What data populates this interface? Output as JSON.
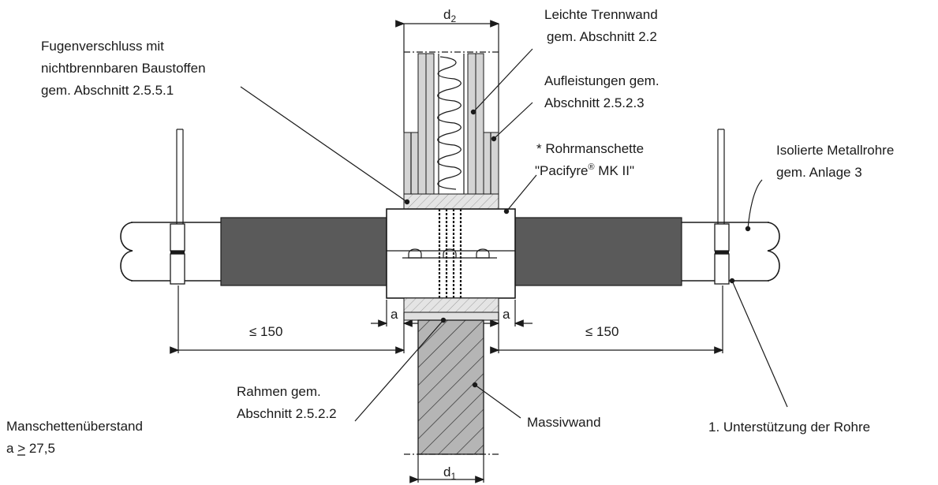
{
  "labels": {
    "leichte_trennwand": [
      "Leichte Trennwand",
      "gem. Abschnitt 2.2"
    ],
    "fugenverschluss": [
      "Fugenverschluss mit",
      "nichtbrennbaren Baustoffen",
      "gem. Abschnitt 2.5.5.1"
    ],
    "aufleistungen": [
      "Aufleistungen gem.",
      "Abschnitt 2.5.2.3"
    ],
    "rohrmanschette_line1": "* Rohrmanschette",
    "rohrmanschette_line2_pre": "\"Pacifyre",
    "rohrmanschette_reg": "®",
    "rohrmanschette_line2_post": " MK II\"",
    "isolierte_rohre": [
      "Isolierte Metallrohre",
      "gem. Anlage 3"
    ],
    "rahmen": [
      "Rahmen gem.",
      "Abschnitt 2.5.2.2"
    ],
    "massivwand": "Massivwand",
    "unterstuetzung": "1. Unterstützung der Rohre",
    "manschettenueberstand": "Manschettenüberstand",
    "a_min_sym": "a ",
    "a_min_ge": ">",
    "a_min_val": " 27,5"
  },
  "dimensions": {
    "d2_base": "d",
    "d2_sub": "2",
    "d1_base": "d",
    "d1_sub": "1",
    "a_left": "a",
    "a_right": "a",
    "dist_left": "≤ 150",
    "dist_right": "≤ 150"
  },
  "colors": {
    "insulation": "#5a5a5a",
    "board": "#d4d4d4",
    "hatch_bg": "#b8b8b8",
    "frame": "#e0e0e0",
    "line": "#1a1a1a"
  }
}
